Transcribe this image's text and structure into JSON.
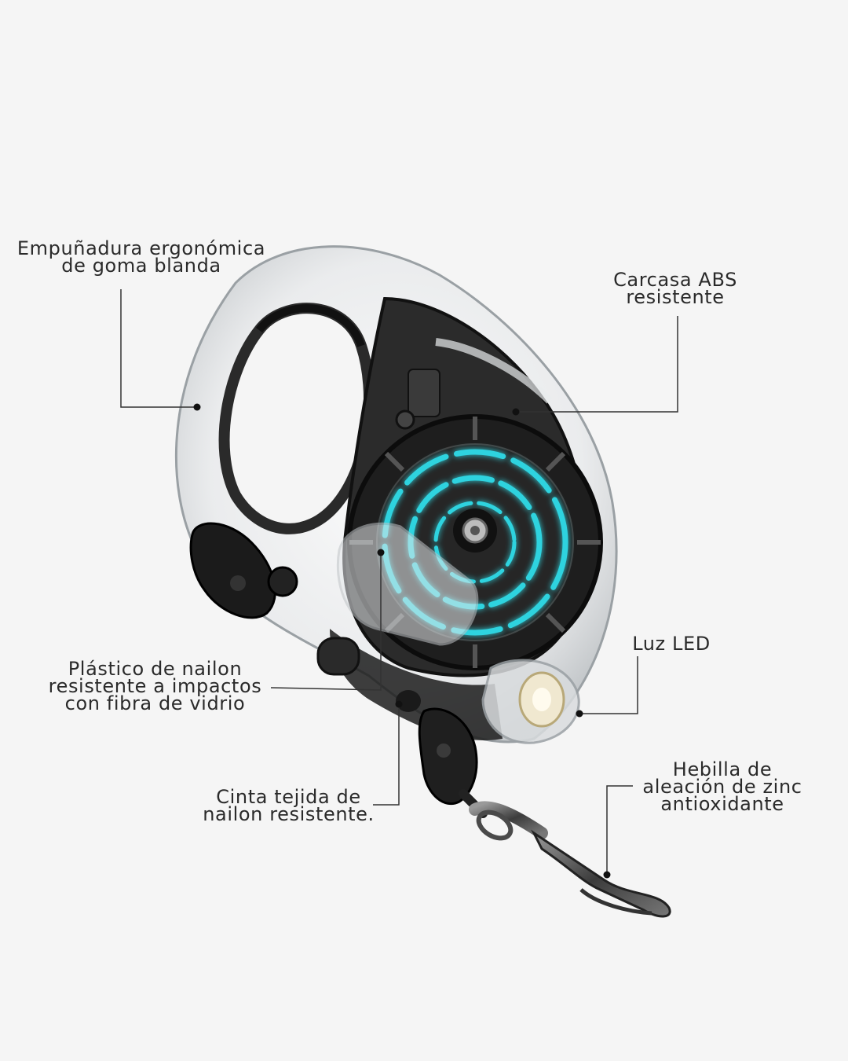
{
  "callouts": {
    "grip": [
      "Empuñadura ergonómica",
      "de goma blanda"
    ],
    "housing": [
      "Carcasa ABS",
      "resistente"
    ],
    "plastic": [
      "Plástico de nailon",
      "resistente a impactos",
      "con fibra de vidrio"
    ],
    "led": [
      "Luz LED"
    ],
    "tape": [
      "Cinta tejida de",
      "nailon resistente."
    ],
    "buckle": [
      "Hebilla de",
      "aleación de zinc",
      "antioxidante"
    ]
  },
  "colors": {
    "background": "#f5f5f5",
    "text": "#2a2a2a",
    "leader_line": "#333333",
    "glow_ring": "#2fd3df",
    "body_dark": "#1e1e1e"
  },
  "icons": {
    "product": "retractable-dog-leash"
  }
}
